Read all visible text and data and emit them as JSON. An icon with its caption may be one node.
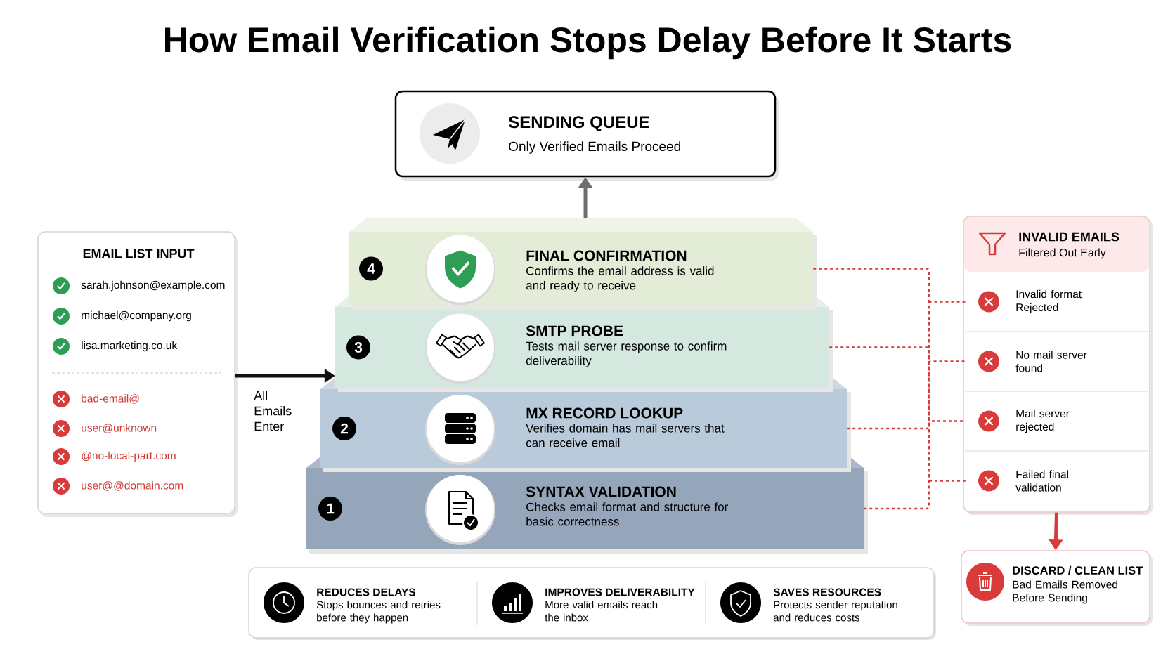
{
  "diagram": {
    "title": "How Email Verification Stops Delay Before It Starts",
    "nodes": [
      {
        "text": [
          "SENDING QUEUE",
          "Only Verified Emails Proceed"
        ]
      },
      {
        "text": [
          "EMAIL LIST INPUT",
          "sarah.johnson@example.com",
          "michael@company.org",
          "lisa.marketing.co.uk",
          "bad-email@",
          "user@unknown",
          "@no-local-part.com",
          "user@@domain.com"
        ]
      },
      {
        "text": [
          "4",
          "FINAL CONFIRMATION",
          "Confirms the email address is valid and ready to receive"
        ]
      },
      {
        "text": [
          "3",
          "SMTP PROBE",
          "Tests mail server response to confirm deliverability"
        ]
      },
      {
        "text": [
          "2",
          "MX RECORD LOOKUP",
          "Verifies domain has mail servers that can receive email"
        ]
      },
      {
        "text": [
          "1",
          "SYNTAX VALIDATION",
          "Checks email format and structure for basic correctness"
        ]
      },
      {
        "text": [
          "INVALID EMAILS",
          "Filtered Out Early"
        ]
      },
      {
        "text": [
          "Invalid format Rejected"
        ],
        "in": 6
      },
      {
        "text": [
          "No mail server found"
        ],
        "in": 6
      },
      {
        "text": [
          "Mail server rejected"
        ],
        "in": 6
      },
      {
        "text": [
          "Failed final validation"
        ],
        "in": 6
      },
      {
        "text": [
          "DISCARD / CLEAN LIST",
          "Bad Emails Removed Before Sending"
        ]
      },
      {
        "text": [],
        "shape": "box"
      },
      {
        "text": [
          "REDUCES DELAYS",
          "Stops bounces and retries before they happen"
        ],
        "in": 12
      },
      {
        "text": [
          "IMPROVES DELIVERABILITY",
          "More valid emails reach the inbox"
        ],
        "in": 12
      },
      {
        "text": [
          "SAVES RESOURCES",
          "Protects sender reputation and reduces costs"
        ],
        "in": 12
      }
    ],
    "edges": [
      {
        "from": 2,
        "to": 0,
        "arrow": "to",
        "color": "#6e6e6e"
      },
      {
        "from": 1,
        "to": 3,
        "arrow": "to",
        "color": "#111111",
        "label": "All Emails Enter"
      },
      {
        "from": 5,
        "to": 7,
        "arrow": "none",
        "style": "dashed"
      },
      {
        "from": 4,
        "to": 8,
        "arrow": "none",
        "style": "dashed"
      },
      {
        "from": 3,
        "to": 9,
        "arrow": "none",
        "style": "dashed"
      },
      {
        "from": 2,
        "to": 10,
        "arrow": "none",
        "style": "dashed"
      },
      {
        "from": 6,
        "to": 11,
        "arrow": "to"
      }
    ]
  }
}
